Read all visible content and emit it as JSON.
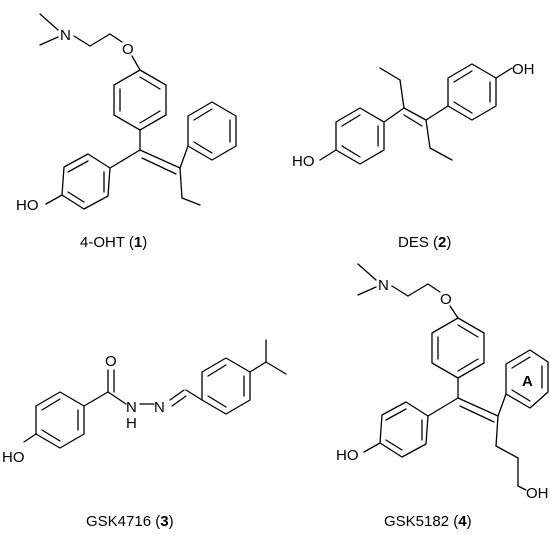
{
  "colors": {
    "ink": "#000000",
    "background": "#ffffff"
  },
  "atoms": {
    "n": "N",
    "o": "O",
    "ho": "HO",
    "oh": "OH",
    "nh_h": "H",
    "nh_n": "N",
    "n_imine": "N",
    "ring_a": "A"
  },
  "compounds": [
    {
      "name": "4-OHT",
      "number": "1"
    },
    {
      "name": "DES",
      "number": "2"
    },
    {
      "name": "GSK4716",
      "number": "3"
    },
    {
      "name": "GSK5182",
      "number": "4"
    }
  ]
}
